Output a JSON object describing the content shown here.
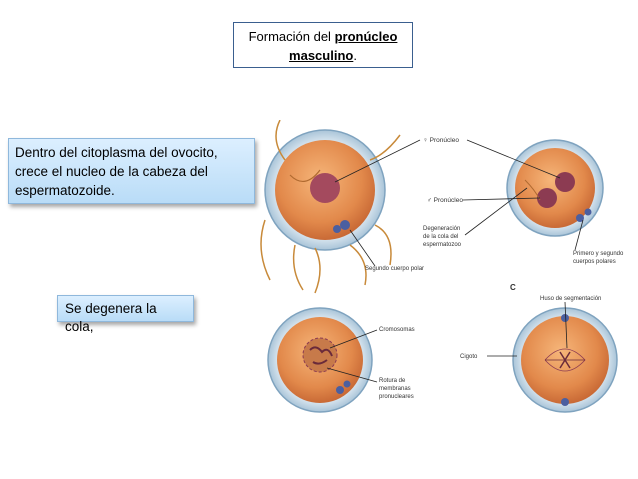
{
  "title": {
    "prefix": "Formación del ",
    "bold_line1": "pronúcleo",
    "bold_line2": "masculino",
    "suffix": "."
  },
  "callouts": {
    "first_line1": "Dentro del citoplasma del ovocito,",
    "first_line2": "crece el nucleo de la cabeza del",
    "first_line3": "espermatozoide.",
    "second": "Se degenera la cola,"
  },
  "figure": {
    "labels": {
      "female_pronucleus": "♀ Pronúcleo",
      "male_pronucleus": "♂ Pronúcleo",
      "degeneration_1": "Degeneración",
      "degeneration_2": "de la cola del",
      "degeneration_3": "espermatozoo",
      "second_polar_body": "Segundo cuerpo polar",
      "polar_bodies_1": "Primero y segundo",
      "polar_bodies_2": "cuerpos polares",
      "chromosomes": "Cromosomas",
      "rupture_1": "Rotura de",
      "rupture_2": "membranas",
      "rupture_3": "pronucleares",
      "spindle": "Huso de segmentación",
      "zygote": "Cigoto",
      "letter_c": "C"
    }
  }
}
